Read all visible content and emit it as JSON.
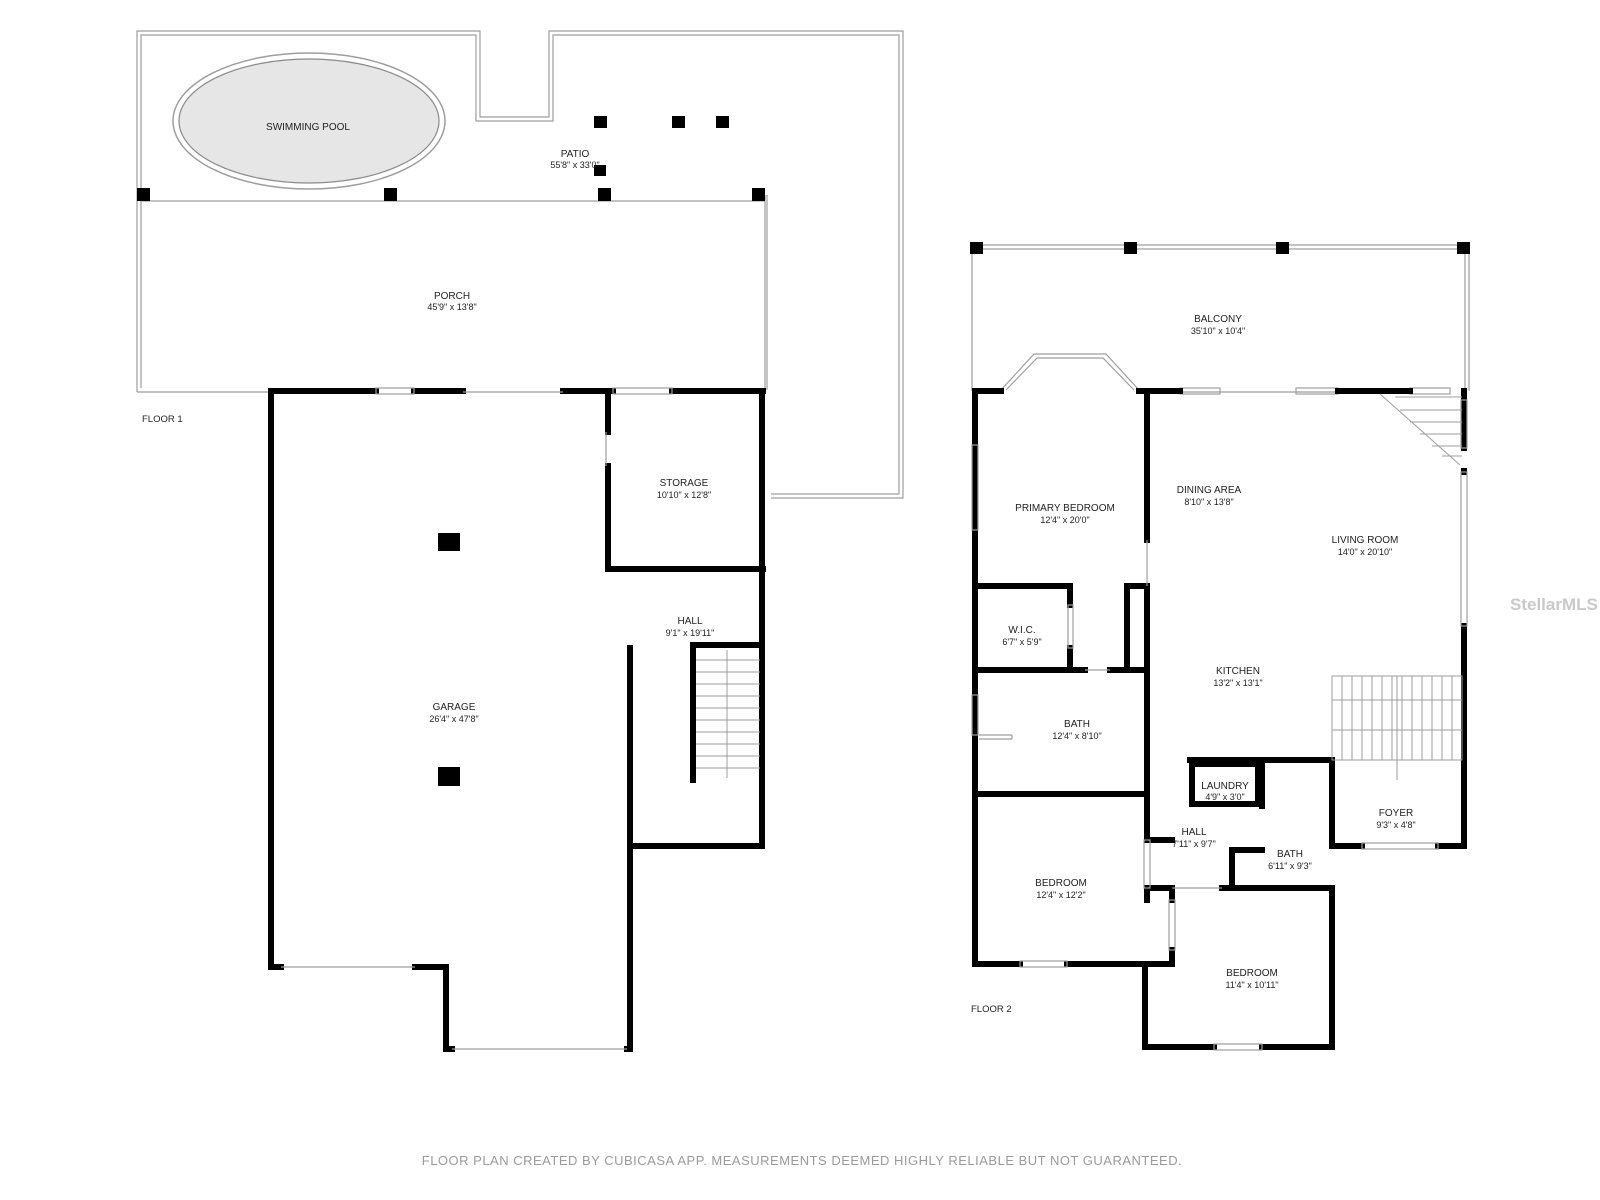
{
  "floor1": {
    "label": "FLOOR 1",
    "rooms": {
      "swimming_pool": {
        "name": "SWIMMING POOL"
      },
      "patio": {
        "name": "PATIO",
        "dim": "55'8\" x 33'0\""
      },
      "porch": {
        "name": "PORCH",
        "dim": "45'9\" x 13'8\""
      },
      "storage": {
        "name": "STORAGE",
        "dim": "10'10\" x 12'8\""
      },
      "hall": {
        "name": "HALL",
        "dim": "9'1\" x 19'11\""
      },
      "garage": {
        "name": "GARAGE",
        "dim": "26'4\" x 47'8\""
      }
    }
  },
  "floor2": {
    "label": "FLOOR 2",
    "rooms": {
      "balcony": {
        "name": "BALCONY",
        "dim": "35'10\" x 10'4\""
      },
      "primary_bedroom": {
        "name": "PRIMARY BEDROOM",
        "dim": "12'4\" x 20'0\""
      },
      "dining_area": {
        "name": "DINING AREA",
        "dim": "8'10\" x 13'8\""
      },
      "living_room": {
        "name": "LIVING ROOM",
        "dim": "14'0\" x 20'10\""
      },
      "wic": {
        "name": "W.I.C.",
        "dim": "6'7\" x 5'9\""
      },
      "kitchen": {
        "name": "KITCHEN",
        "dim": "13'2\" x 13'1\""
      },
      "bath_main": {
        "name": "BATH",
        "dim": "12'4\" x 8'10\""
      },
      "laundry": {
        "name": "LAUNDRY",
        "dim": "4'9\" x 3'0\""
      },
      "foyer": {
        "name": "FOYER",
        "dim": "9'3\" x 4'8\""
      },
      "hall": {
        "name": "HALL",
        "dim": "7'11\" x 9'7\""
      },
      "bath_small": {
        "name": "BATH",
        "dim": "6'11\" x 9'3\""
      },
      "bedroom_a": {
        "name": "BEDROOM",
        "dim": "12'4\" x 12'2\""
      },
      "bedroom_b": {
        "name": "BEDROOM",
        "dim": "11'4\" x 10'11\""
      }
    }
  },
  "footer": "FLOOR PLAN CREATED BY CUBICASA APP. MEASUREMENTS DEEMED HIGHLY RELIABLE BUT NOT GUARANTEED.",
  "watermark": "StellarMLS",
  "colors": {
    "wall": "#000000",
    "pool": "#e6e6e6",
    "outline": "#9e9e9e",
    "footer": "#9a9a9a"
  }
}
